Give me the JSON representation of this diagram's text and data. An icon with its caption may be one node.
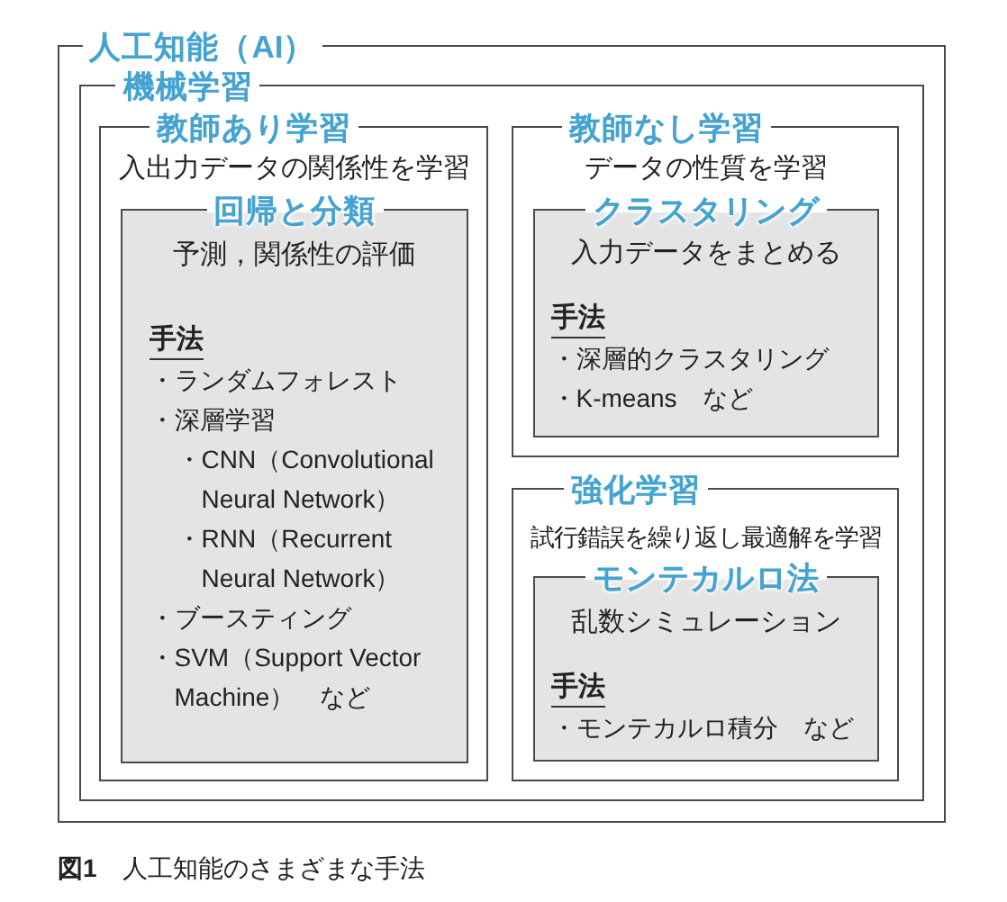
{
  "diagram": {
    "caption": "**図1**　人工知能のさまざまな手法",
    "nodes": [
      {
        "text": [
          "人工知能（AI）"
        ]
      },
      {
        "text": [
          "機械学習"
        ],
        "in": 0
      },
      {
        "text": [
          "教師あり学習",
          "入出力データの関係性を学習"
        ],
        "in": 1
      },
      {
        "text": [
          "回帰と分類",
          "予測，関係性の評価",
          "手法",
          "・ランダムフォレスト",
          "・深層学習",
          "・CNN（Convolutional Neural Network）",
          "・RNN（Recurrent Neural Network）",
          "・ブースティング",
          "・SVM（Support Vector Machine）　など"
        ],
        "in": 2
      },
      {
        "text": [
          "教師なし学習",
          "データの性質を学習"
        ],
        "in": 1
      },
      {
        "text": [
          "クラスタリング",
          "入力データをまとめる",
          "手法",
          "・深層的クラスタリング",
          "・K-means　など"
        ],
        "in": 4
      },
      {
        "text": [
          "強化学習",
          "試行錯誤を繰り返し最適解を学習"
        ],
        "in": 1
      },
      {
        "text": [
          "モンテカルロ法",
          "乱数シミュレーション",
          "手法",
          "・モンテカルロ積分　など"
        ],
        "in": 6
      }
    ]
  }
}
